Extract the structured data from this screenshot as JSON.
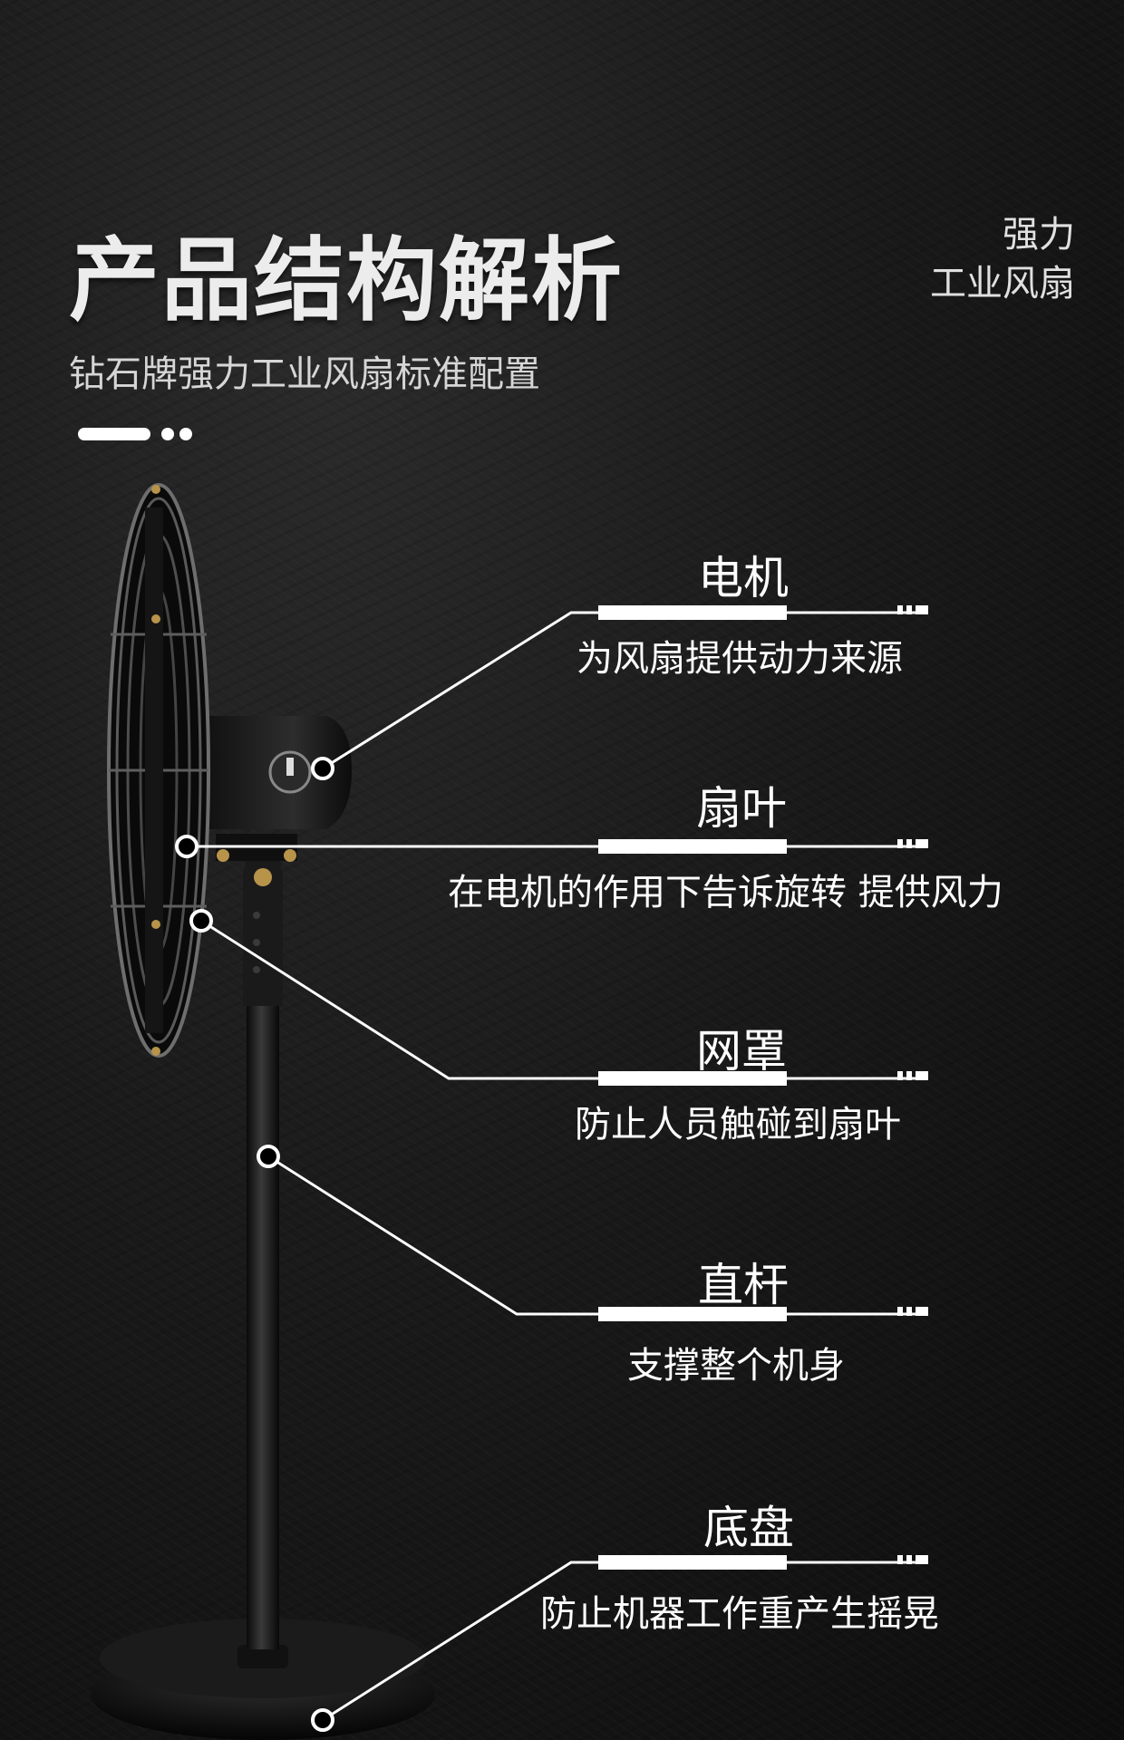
{
  "header": {
    "title": "产品结构解析",
    "subtitle": "钻石牌强力工业风扇标准配置",
    "tag_line1": "强力",
    "tag_line2": "工业风扇"
  },
  "parts": [
    {
      "name": "电机",
      "desc": "为风扇提供动力来源"
    },
    {
      "name": "扇叶",
      "desc": "在电机的作用下告诉旋转 提供风力"
    },
    {
      "name": "网罩",
      "desc": "防止人员触碰到扇叶"
    },
    {
      "name": "直杆",
      "desc": "支撑整个机身"
    },
    {
      "name": "底盘",
      "desc": "防止机器工作重产生摇晃"
    }
  ],
  "colors": {
    "background": "#141414",
    "text": "#ffffff",
    "accent_brass": "#b8934a"
  }
}
